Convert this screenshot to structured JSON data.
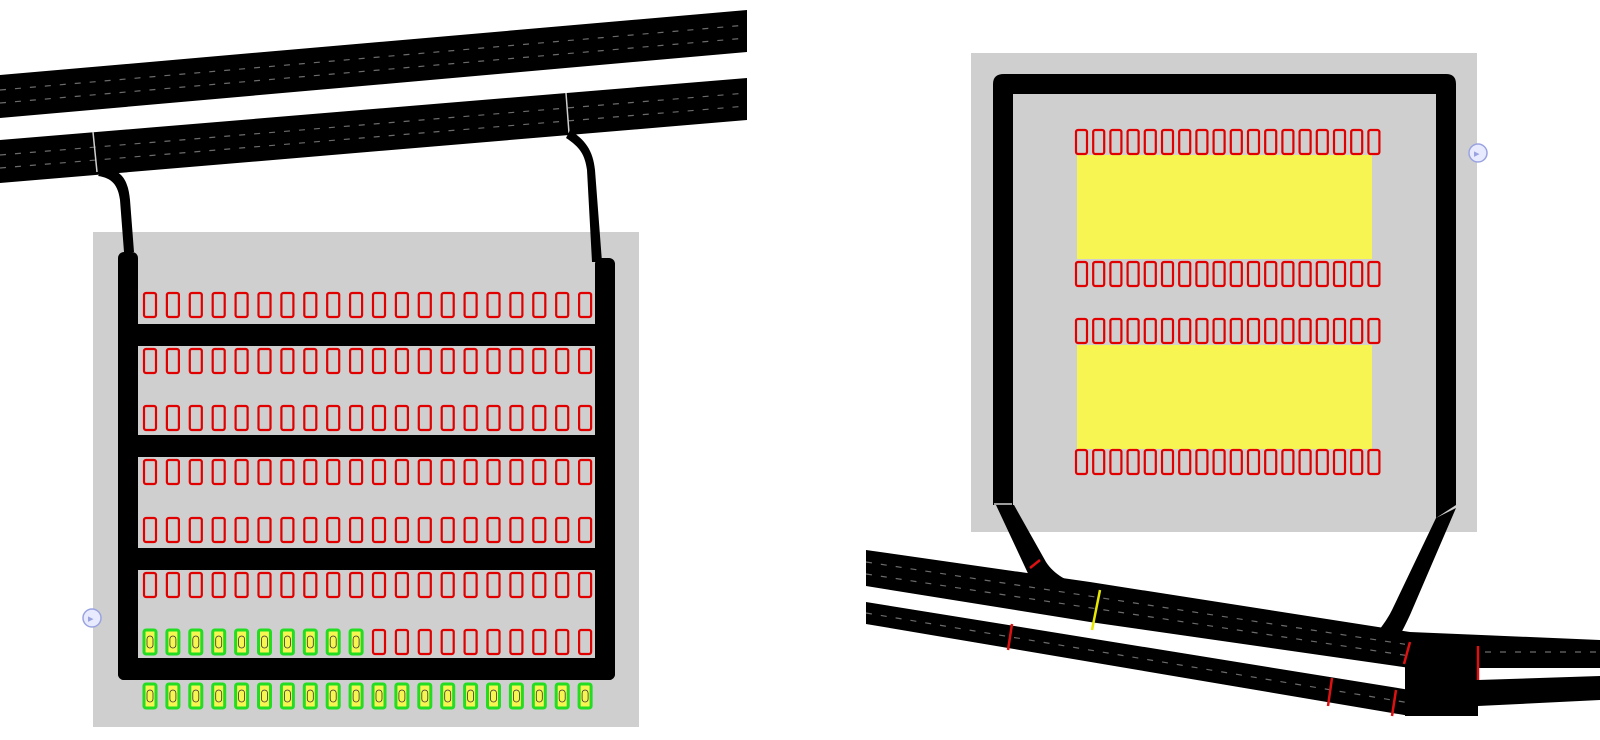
{
  "colors": {
    "lot": "#cfcfcf",
    "road": "#000000",
    "free_slot_outline": "#e00000",
    "occupied_fill": "#f7f552",
    "occupied_outline": "#22dd22",
    "reserved_block": "#f7f552",
    "lane_dash": "#6b6b6b",
    "marker": "#9aa3e0"
  },
  "left_lot": {
    "slots_per_row": 20,
    "rows": [
      {
        "occupied": 0
      },
      {
        "occupied": 0
      },
      {
        "occupied": 0
      },
      {
        "occupied": 0
      },
      {
        "occupied": 0
      },
      {
        "occupied": 0
      },
      {
        "occupied": 10
      },
      {
        "occupied": 20
      }
    ],
    "marker_icon": "parking-marker-icon"
  },
  "right_lot": {
    "slots_per_row": 18,
    "rows": [
      {
        "occupied": 0
      },
      {
        "occupied": 0
      },
      {
        "occupied": 0
      },
      {
        "occupied": 0
      }
    ],
    "reserved_blocks": 2,
    "marker_icon": "parking-marker-icon"
  }
}
